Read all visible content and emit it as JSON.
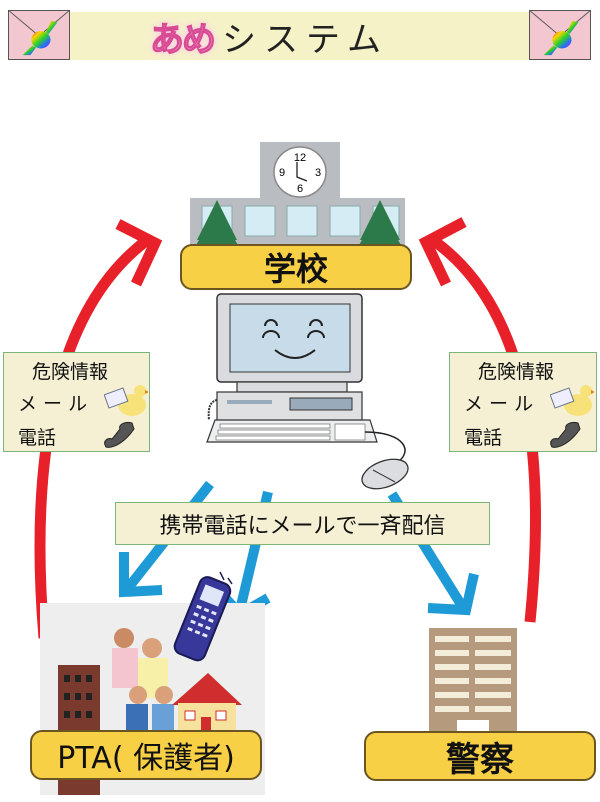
{
  "header": {
    "title_highlight": "あめ",
    "title_rest": "システム",
    "left_icon": "candy-envelope-icon",
    "right_icon": "candy-envelope-icon"
  },
  "school": {
    "label": "学校",
    "clock_numbers": [
      "12",
      "3",
      "6",
      "9"
    ],
    "icons": [
      "school-building-icon",
      "clock-icon",
      "tree-icon",
      "smiling-computer-icon",
      "mouse-icon"
    ]
  },
  "left_info": {
    "lines": [
      "危険情報",
      "メ ー ル",
      "電話"
    ],
    "icons": [
      "duck-mail-icon",
      "telephone-handset-icon"
    ]
  },
  "right_info": {
    "lines": [
      "危険情報",
      "メ ー ル",
      "電話"
    ],
    "icons": [
      "duck-mail-icon",
      "telephone-handset-icon"
    ]
  },
  "broadcast": {
    "label": "携帯電話にメールで一斉配信"
  },
  "pta": {
    "label": "PTA( 保護者)",
    "icons": [
      "family-photo",
      "apartment-building-icon",
      "house-icon",
      "cell-phone-icon"
    ]
  },
  "police": {
    "label": "警察",
    "icons": [
      "police-building-icon"
    ]
  },
  "colors": {
    "red_arrow": "#e8202a",
    "blue_arrow": "#1e9ad6",
    "pill_fill": "#f7d046",
    "info_fill": "#f5f0d4",
    "header_fill": "#f6f2c8"
  }
}
